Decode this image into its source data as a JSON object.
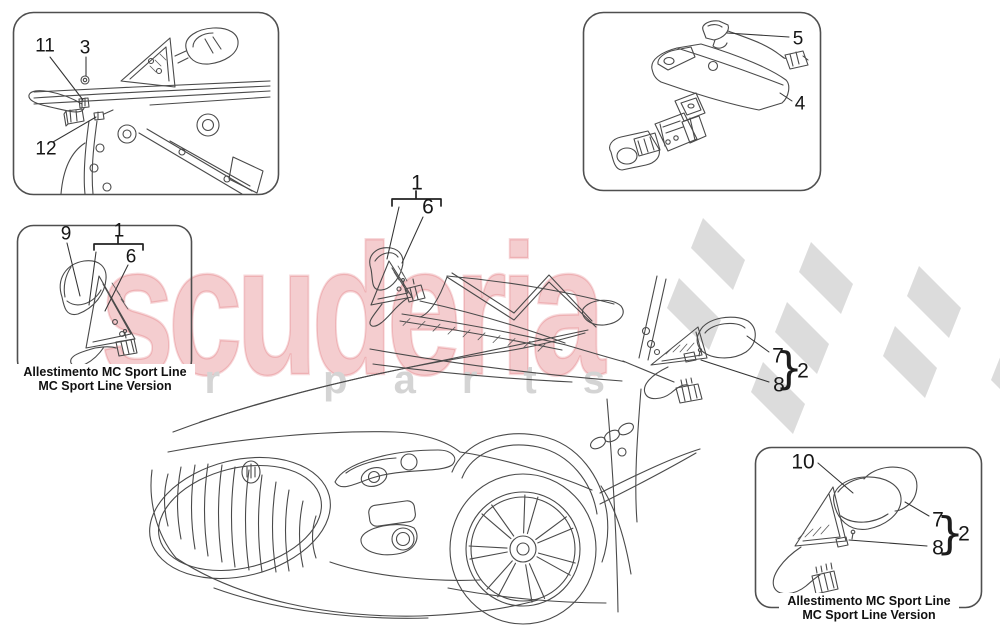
{
  "watermark": {
    "brand": "scuderia",
    "subtitle": "car parts"
  },
  "brace_glyph": "}",
  "captions": {
    "sport_line_it": "Allestimento MC Sport Line",
    "sport_line_en": "MC Sport Line Version"
  },
  "callouts": {
    "door_detail": [
      "11",
      "3",
      "12"
    ],
    "interior_mirror": [
      "5",
      "4"
    ],
    "sport_left": [
      "9",
      "1",
      "6"
    ],
    "center_mirror": [
      "1",
      "6"
    ],
    "door_mirror": [
      "7",
      "8",
      "2"
    ],
    "sport_right": [
      "10",
      "7",
      "8",
      "2"
    ]
  },
  "colors": {
    "brand_red": "#d32f35",
    "flag_gray": "#dcdcdc",
    "line_dark": "#4a4a4a"
  }
}
